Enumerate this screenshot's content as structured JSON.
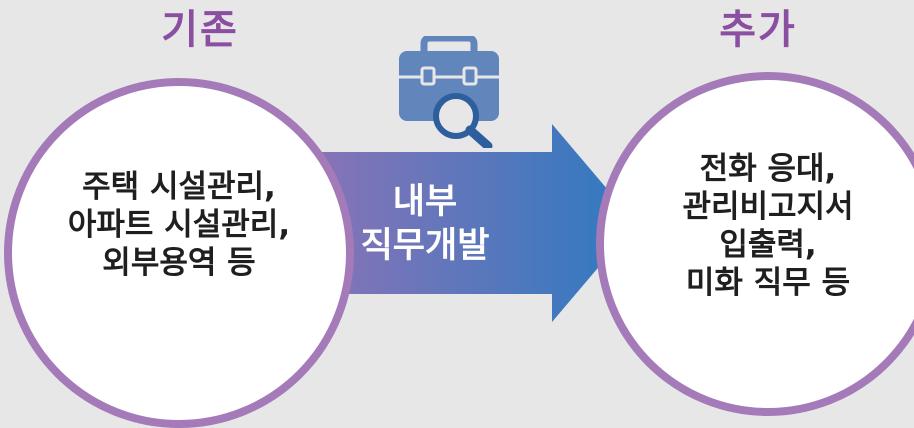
{
  "left_title": "기존",
  "right_title": "추가",
  "left_circle": {
    "lines": [
      "주택 시설관리,",
      "아파트 시설관리,",
      "외부용역 등"
    ]
  },
  "arrow": {
    "lines": [
      "내부",
      "직무개발"
    ]
  },
  "right_circle": {
    "lines": [
      "전화 응대,",
      "관리비고지서",
      "입출력,",
      "미화 직무 등"
    ]
  },
  "colors": {
    "background": "#e7e7e7",
    "title": "#8a4fa0",
    "circle_border": "#a47ab8",
    "arrow_start": "#8d73b6",
    "arrow_end": "#2d7ac1",
    "icon": "#6086bb"
  },
  "icon": "toolbox-search-icon"
}
